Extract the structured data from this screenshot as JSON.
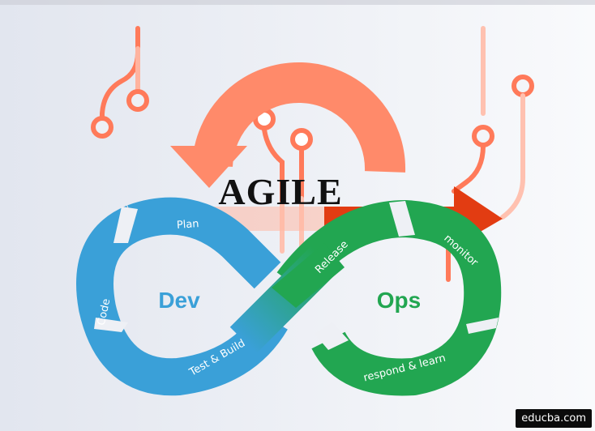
{
  "title": "AGILE",
  "dev_label": "Dev",
  "ops_label": "Ops",
  "stages": {
    "plan": "Plan",
    "code": "Code",
    "test_build": "Test & Build",
    "release": "Release",
    "monitor": "monitor",
    "respond_learn": "respond & learn"
  },
  "brand": "educba.com",
  "colors": {
    "dev_blue": "#3aa0d8",
    "ops_green": "#22a651",
    "agile_salmon": "#ff8a6a",
    "agile_red": "#e23c12",
    "circuit_light": "#ffc1b0"
  }
}
